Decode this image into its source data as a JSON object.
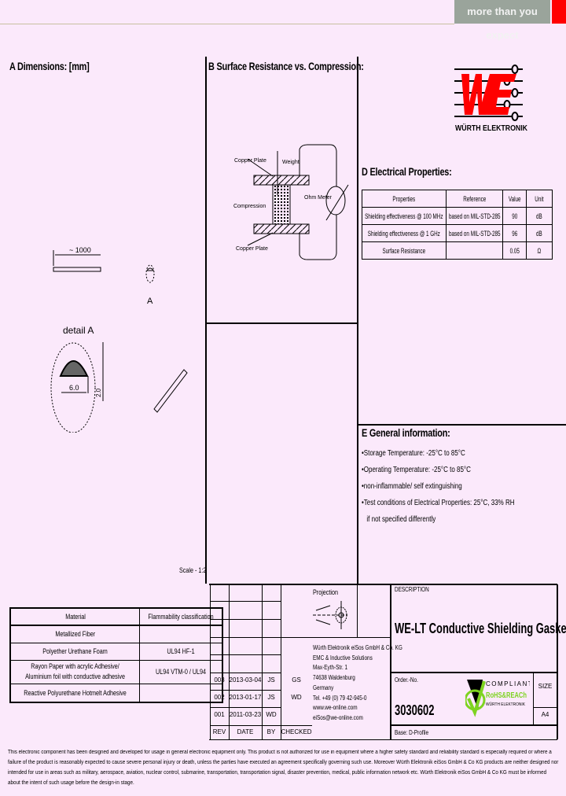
{
  "header": {
    "tagline": "more than you expect",
    "brand_red": "#ff0000",
    "logo_text": "WÜRTH ELEKTRONIK"
  },
  "sections": {
    "a": {
      "title": "A Dimensions: [mm]",
      "length_dim": "~ 1000",
      "view_label": "A",
      "detail_label": "detail A",
      "width_dim": "6.0",
      "height_dim": "2.0",
      "scale": "Scale - 1:2"
    },
    "b": {
      "title": "B Surface Resistance vs. Compression:",
      "copper_plate_top": "Copper Plate",
      "weight": "Weight",
      "compression": "Compression",
      "ohm_meter": "Ohm Meter",
      "copper_plate_bottom": "Copper Plate"
    },
    "d": {
      "title": "D Electrical Properties:",
      "headers": [
        "Properties",
        "Reference",
        "Value",
        "Unit"
      ],
      "rows": [
        [
          "Shielding effectiveness @ 100 MHz",
          "based on MIL-STD-285",
          "90",
          "dB"
        ],
        [
          "Shielding effectiveness @ 1 GHz",
          "based on MIL-STD-285",
          "96",
          "dB"
        ],
        [
          "Surface Resistance",
          "",
          "0.05",
          "Ω"
        ]
      ]
    },
    "e": {
      "title": "E General information:",
      "items": [
        "•Storage Temperature: -25°C to 85°C",
        "•Operating Temperature: -25°C to 85°C",
        "•non-inflammable/ self extinguishing",
        "•Test conditions of Electrical Properties: 25°C, 33% RH"
      ],
      "note": "if not specified differently"
    }
  },
  "materials": {
    "headers": [
      "Material",
      "Flammability classification"
    ],
    "rows": [
      [
        "Metallized Fiber",
        ""
      ],
      [
        "Polyether Urethane Foam",
        "UL94 HF-1"
      ],
      [
        "Rayon Paper with acrylic Adhesive/ Aluminium foil with conductive adhesive",
        "UL94 VTM-0 / UL94"
      ],
      [
        "Reactive Polyurethane Hotmelt Adhesive",
        ""
      ]
    ]
  },
  "title_block": {
    "projection_label": "Projection",
    "company": [
      "Würth Elektronik eiSos GmbH & Co. KG",
      "EMC & Inductive Solutions",
      "Max-Eyth-Str. 1",
      "74638 Waldenburg",
      "Germany",
      "Tel. +49 (0) 79 42-945-0",
      "www.we-online.com",
      "eiSos@we-online.com"
    ],
    "revisions": [
      [
        "003",
        "2013-03-04",
        "JS",
        "GS"
      ],
      [
        "002",
        "2013-01-17",
        "JS",
        "WD"
      ],
      [
        "001",
        "2011-03-23",
        "WD",
        ""
      ]
    ],
    "rev_headers": [
      "REV",
      "DATE",
      "BY",
      "CHECKED"
    ],
    "description_label": "DESCRIPTION",
    "description": "WE-LT Conductive Shielding Gasket",
    "order_label": "Order.-No.",
    "order_no": "3030602",
    "size_label": "SIZE",
    "size_value": "A4",
    "profile": "Base: D-Profile",
    "compliance": {
      "line1": "COMPLIANT",
      "line2": "RoHS&REACh",
      "line3": "WÜRTH ELEKTRONIK",
      "green": "#7ed321"
    }
  },
  "disclaimer": "This electronic component has been designed and developed for usage in general electronic equipment only. This product is not authorized for use in equipment where a higher safety standard and reliability standard is especially required or where a failure of the product is reasonably expected to cause severe personal injury or death, unless the parties have executed an agreement specifically governing such use. Moreover Würth Elektronik eiSos GmbH & Co KG products are neither designed nor intended for use in areas such as military, aerospace, aviation, nuclear control, submarine, transportation, transportation signal, disaster prevention, medical, public information network etc. Würth Elektronik eiSos GmbH & Co KG must be informed about the intent of such usage before the design-in stage."
}
